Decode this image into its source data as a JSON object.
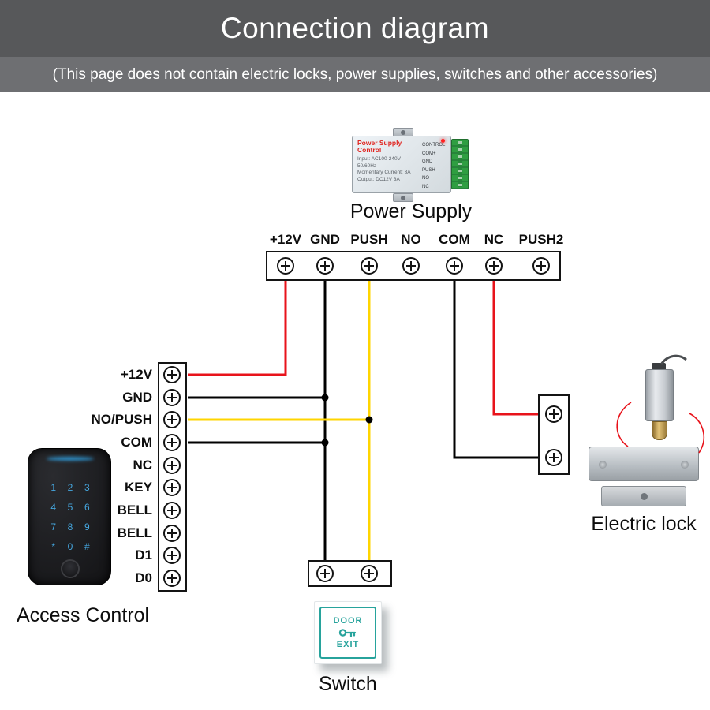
{
  "colors": {
    "header_bg": "#57585a",
    "subheader_bg": "#6e6f72",
    "wire_red": "#e8131b",
    "wire_yellow": "#ffd500",
    "wire_black": "#000000",
    "keypad_blue": "#45a6de",
    "switch_teal": "#27a39c",
    "terminal_block_green": "#2f9e41"
  },
  "header": {
    "title": "Connection diagram",
    "subtitle": "(This page does not contain electric locks, power supplies, switches and other accessories)"
  },
  "power_supply": {
    "label": "Power Supply",
    "device": {
      "title": "Power Supply Control",
      "spec_lines": [
        "Input: AC100-240V 50/60Hz",
        "Momentary Current: 3A",
        "Output: DC12V 3A"
      ],
      "side_labels": [
        "CONTROL",
        "COM+",
        "GND",
        "PUSH",
        "NO",
        "NC"
      ]
    },
    "terminals": [
      "+12V",
      "GND",
      "PUSH",
      "NO",
      "COM",
      "NC",
      "PUSH2"
    ]
  },
  "access_control": {
    "label": "Access Control",
    "terminals": [
      "+12V",
      "GND",
      "NO/PUSH",
      "COM",
      "NC",
      "KEY",
      "BELL",
      "BELL",
      "D1",
      "D0"
    ],
    "keypad_keys": [
      "1",
      "2",
      "3",
      "4",
      "5",
      "6",
      "7",
      "8",
      "9",
      "*",
      "0",
      "#"
    ]
  },
  "electric_lock": {
    "label": "Electric lock"
  },
  "switch": {
    "label": "Switch",
    "button": {
      "top": "DOOR",
      "bottom": "EXIT"
    }
  }
}
